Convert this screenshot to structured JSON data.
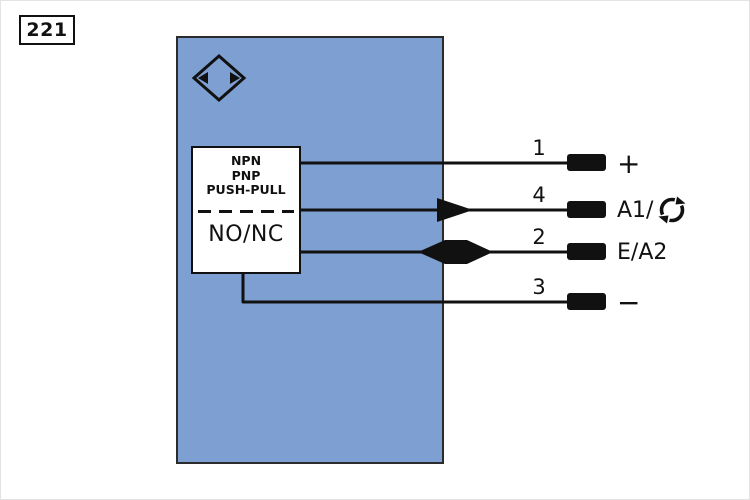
{
  "figure_number": "221",
  "colors": {
    "sensor_body": "#7e9fd2",
    "line": "#111111",
    "terminal": "#111111",
    "background": "#ffffff"
  },
  "sensor": {
    "symbol": "inductive-sensor-diamond",
    "switch_block": {
      "output_types": [
        "NPN",
        "PNP",
        "PUSH-PULL"
      ],
      "contact_type": "NO/NC"
    }
  },
  "wires": [
    {
      "pin": "1",
      "terminal_label": "+",
      "direction": "none"
    },
    {
      "pin": "4",
      "terminal_label": "A1/",
      "direction": "output",
      "has_io_link_icon": true
    },
    {
      "pin": "2",
      "terminal_label": "E/A2",
      "direction": "bidirectional"
    },
    {
      "pin": "3",
      "terminal_label": "−",
      "direction": "none"
    }
  ]
}
